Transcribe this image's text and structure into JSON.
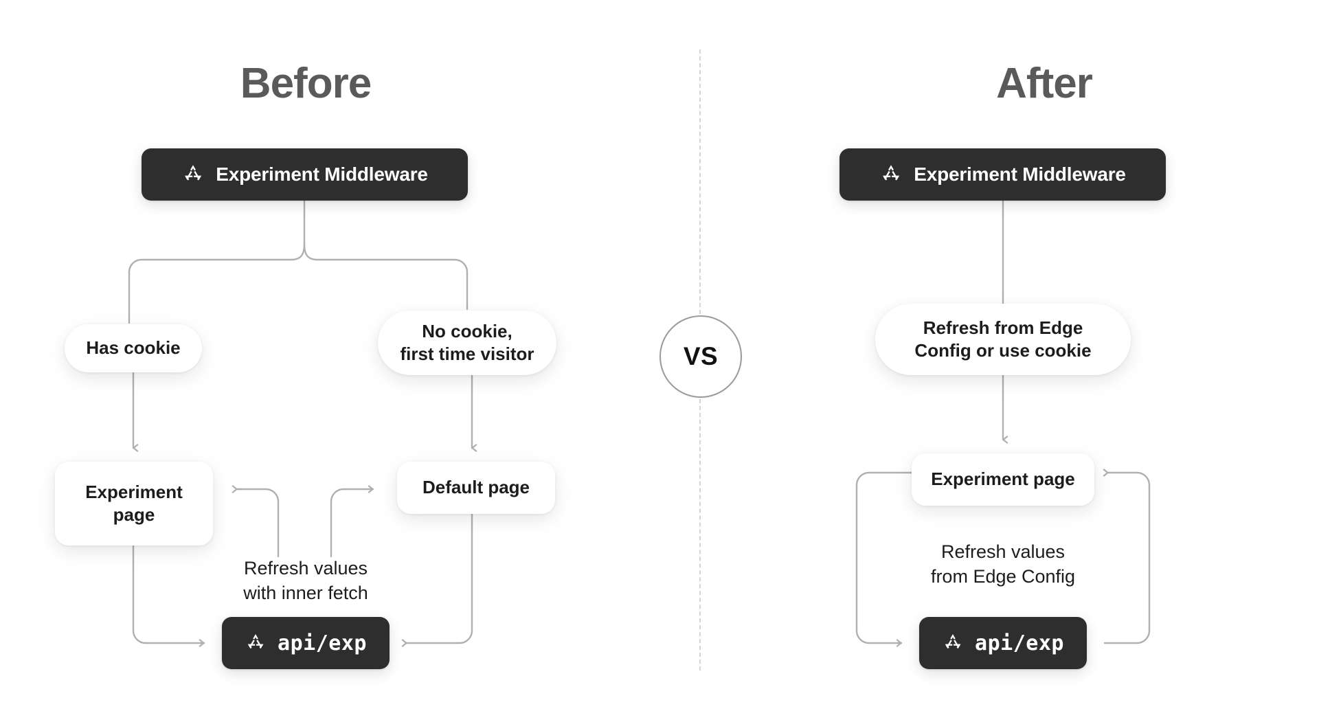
{
  "divider": {
    "name": "vertical-dashed-divider",
    "color": "#d4d4d4"
  },
  "vs_badge": {
    "label": "VS",
    "border_color": "#9a9a9a"
  },
  "theme": {
    "dark_node_bg": "#2e2e2e",
    "card_bg": "#ffffff",
    "page_bg": "#ffffff",
    "title_color": "#5a5a5a",
    "text_color": "#1c1c1c",
    "connector_color": "#b0b0b0"
  },
  "before": {
    "title": "Before",
    "nodes": {
      "middleware": {
        "label": "Experiment Middleware",
        "icon": "triangle-recycle-icon",
        "style": "dark"
      },
      "has_cookie": {
        "label": "Has cookie",
        "style": "pill"
      },
      "no_cookie": {
        "label": "No cookie,\nfirst time visitor",
        "style": "pill"
      },
      "experiment_page": {
        "label": "Experiment\npage",
        "style": "card"
      },
      "default_page": {
        "label": "Default page",
        "style": "card"
      },
      "api_exp": {
        "label": "api/exp",
        "icon": "triangle-recycle-icon",
        "style": "dark-mono"
      }
    },
    "annotations": {
      "refresh_inner_fetch": "Refresh values\nwith inner fetch"
    }
  },
  "after": {
    "title": "After",
    "nodes": {
      "middleware": {
        "label": "Experiment Middleware",
        "icon": "triangle-recycle-icon",
        "style": "dark"
      },
      "refresh_edge": {
        "label": "Refresh from Edge\nConfig or use cookie",
        "style": "pill"
      },
      "experiment_page": {
        "label": "Experiment page",
        "style": "card"
      },
      "api_exp": {
        "label": "api/exp",
        "icon": "triangle-recycle-icon",
        "style": "dark-mono"
      }
    },
    "annotations": {
      "refresh_edge_config": "Refresh values\nfrom Edge Config"
    }
  }
}
